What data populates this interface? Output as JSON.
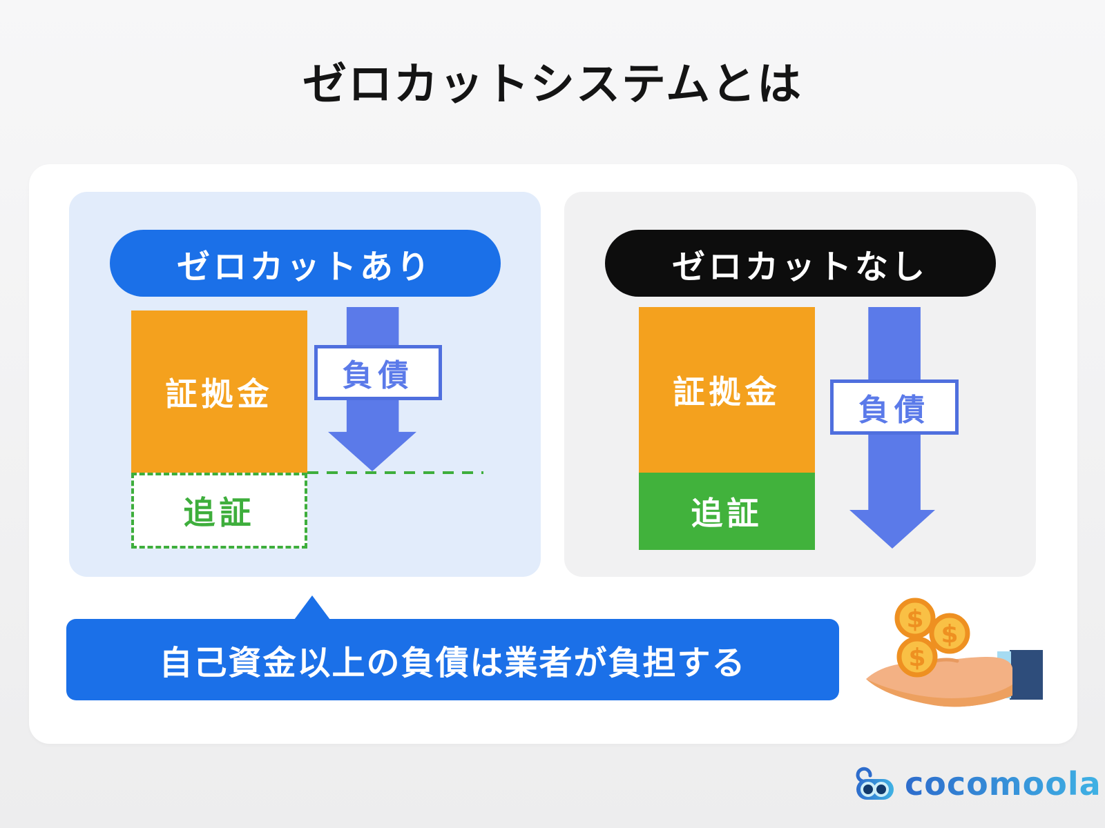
{
  "title": "ゼロカットシステムとは",
  "panels": {
    "with_zero_cut": {
      "badge": "ゼロカットあり",
      "margin_box": "証拠金",
      "debt_arrow_label": "負債",
      "margin_call_box": "追証"
    },
    "without_zero_cut": {
      "badge": "ゼロカットなし",
      "margin_box": "証拠金",
      "debt_arrow_label": "負債",
      "margin_call_box": "追証"
    }
  },
  "banner": {
    "text": "自己資金以上の負債は業者が負担する"
  },
  "brand": {
    "name": "cocomoola"
  },
  "icons": {
    "hand_coins": "hand-receiving-coins-icon",
    "brand_mark": "cocomoola-robot-icon",
    "debt_arrow": "down-arrow-icon",
    "callout_pointer": "up-triangle-pointer",
    "coin_symbol": "$"
  },
  "colors": {
    "accent-blue": "#1b70e8",
    "arrow-blue": "#5b7ae9",
    "arrow-border-blue": "#4f6fde",
    "orange": "#f4a11e",
    "green": "#41b23c",
    "green-dashed": "#3eae3c",
    "pill-black": "#0d0d0d",
    "panel-blue-bg": "#e2ecfb",
    "panel-gray-bg": "#f1f1f2",
    "logo-blue-dark": "#2d6ccc",
    "logo-blue-light": "#3fb2e4"
  }
}
